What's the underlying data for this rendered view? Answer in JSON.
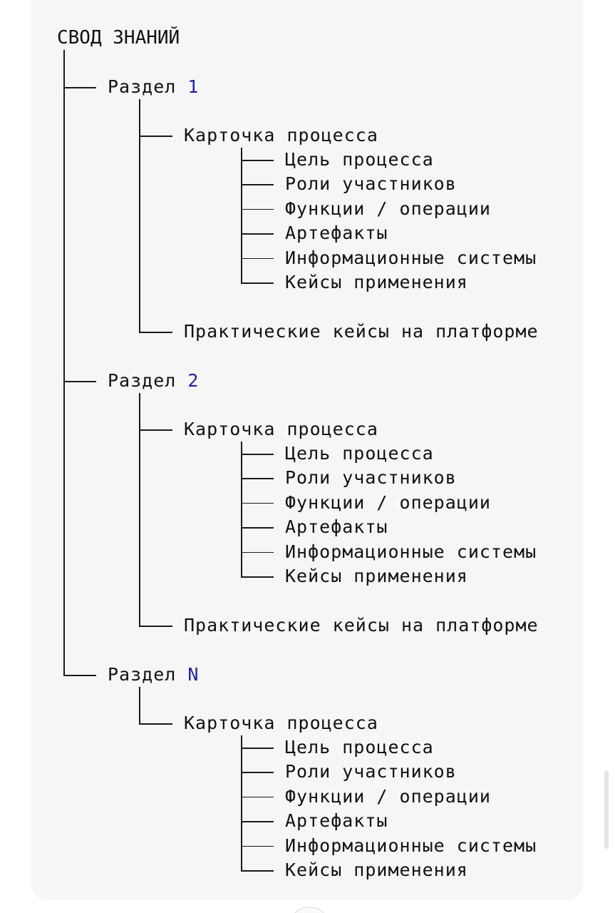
{
  "title": "СВОД ЗНАНИЙ",
  "colors": {
    "background": "#ffffff",
    "card": "#f6f6f7",
    "text": "#111111",
    "number": "#1f1fa3"
  },
  "sections": [
    {
      "prefix": "Раздел",
      "number": "1",
      "card": {
        "label": "Карточка процесса",
        "items": [
          "Цель процесса",
          "Роли участников",
          "Функции / операции",
          "Артефакты",
          "Информационные системы",
          "Кейсы применения"
        ]
      },
      "cases": "Практические кейсы на платформе"
    },
    {
      "prefix": "Раздел",
      "number": "2",
      "card": {
        "label": "Карточка процесса",
        "items": [
          "Цель процесса",
          "Роли участников",
          "Функции / операции",
          "Артефакты",
          "Информационные системы",
          "Кейсы применения"
        ]
      },
      "cases": "Практические кейсы на платформе"
    },
    {
      "prefix": "Раздел",
      "number": "N",
      "card": {
        "label": "Карточка процесса",
        "items": [
          "Цель процесса",
          "Роли участников",
          "Функции / операции",
          "Артефакты",
          "Информационные системы",
          "Кейсы применения"
        ]
      },
      "cases": null
    }
  ]
}
